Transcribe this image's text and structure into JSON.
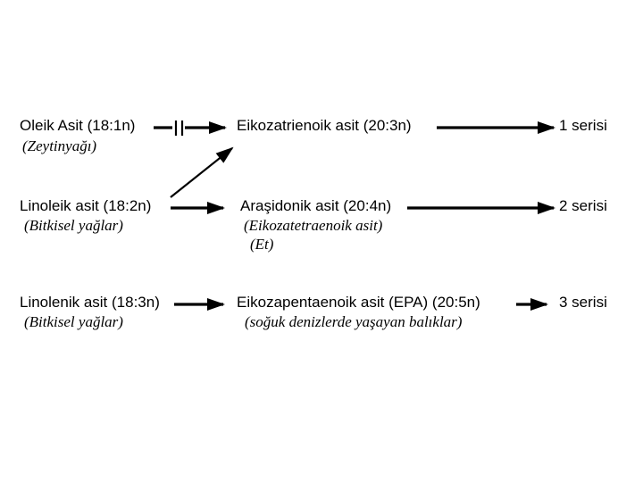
{
  "diagram": {
    "title_hidden": "",
    "colors": {
      "background": "#ffffff",
      "text": "#000000",
      "arrow": "#000000"
    },
    "rows": [
      {
        "source": "Oleik Asit (18:1n)",
        "source_note": "(Zeytinyağı)",
        "intermediate": "Eikozatrienoik asit (20:3n)",
        "result": "1 serisi"
      },
      {
        "source": "Linoleik asit (18:2n)",
        "source_note": "(Bitkisel yağlar)",
        "intermediate": "Araşidonik asit (20:4n)",
        "intermediate_note": "(Eikozatetraenoik asit)",
        "intermediate_note2": "(Et)",
        "result": "2 serisi"
      },
      {
        "source": "Linolenik asit (18:3n)",
        "source_note": "(Bitkisel yağlar)",
        "intermediate": "Eikozapentaenoik asit (EPA) (20:5n)",
        "intermediate_note": "(soğuk denizlerde yaşayan balıklar)",
        "result": "3 serisi"
      }
    ],
    "arrows": [
      {
        "from": "Oleik Asit (18:1n)",
        "to": "Eikozatrienoik asit (20:3n)",
        "style": "blocked-right-arrow"
      },
      {
        "from": "Eikozatrienoik asit (20:3n)",
        "to": "1 serisi",
        "style": "right-arrow"
      },
      {
        "from": "Linoleik asit (18:2n)",
        "to": "Eikozatrienoik asit (20:3n)",
        "style": "diagonal-up-right-arrow"
      },
      {
        "from": "Linoleik asit (18:2n)",
        "to": "Araşidonik asit (20:4n)",
        "style": "right-arrow"
      },
      {
        "from": "Araşidonik asit (20:4n)",
        "to": "2 serisi",
        "style": "right-arrow"
      },
      {
        "from": "Linolenik asit (18:3n)",
        "to": "Eikozapentaenoik asit (EPA) (20:5n)",
        "style": "right-arrow"
      },
      {
        "from": "Eikozapentaenoik asit (EPA) (20:5n)",
        "to": "3 serisi",
        "style": "right-arrow"
      }
    ]
  }
}
